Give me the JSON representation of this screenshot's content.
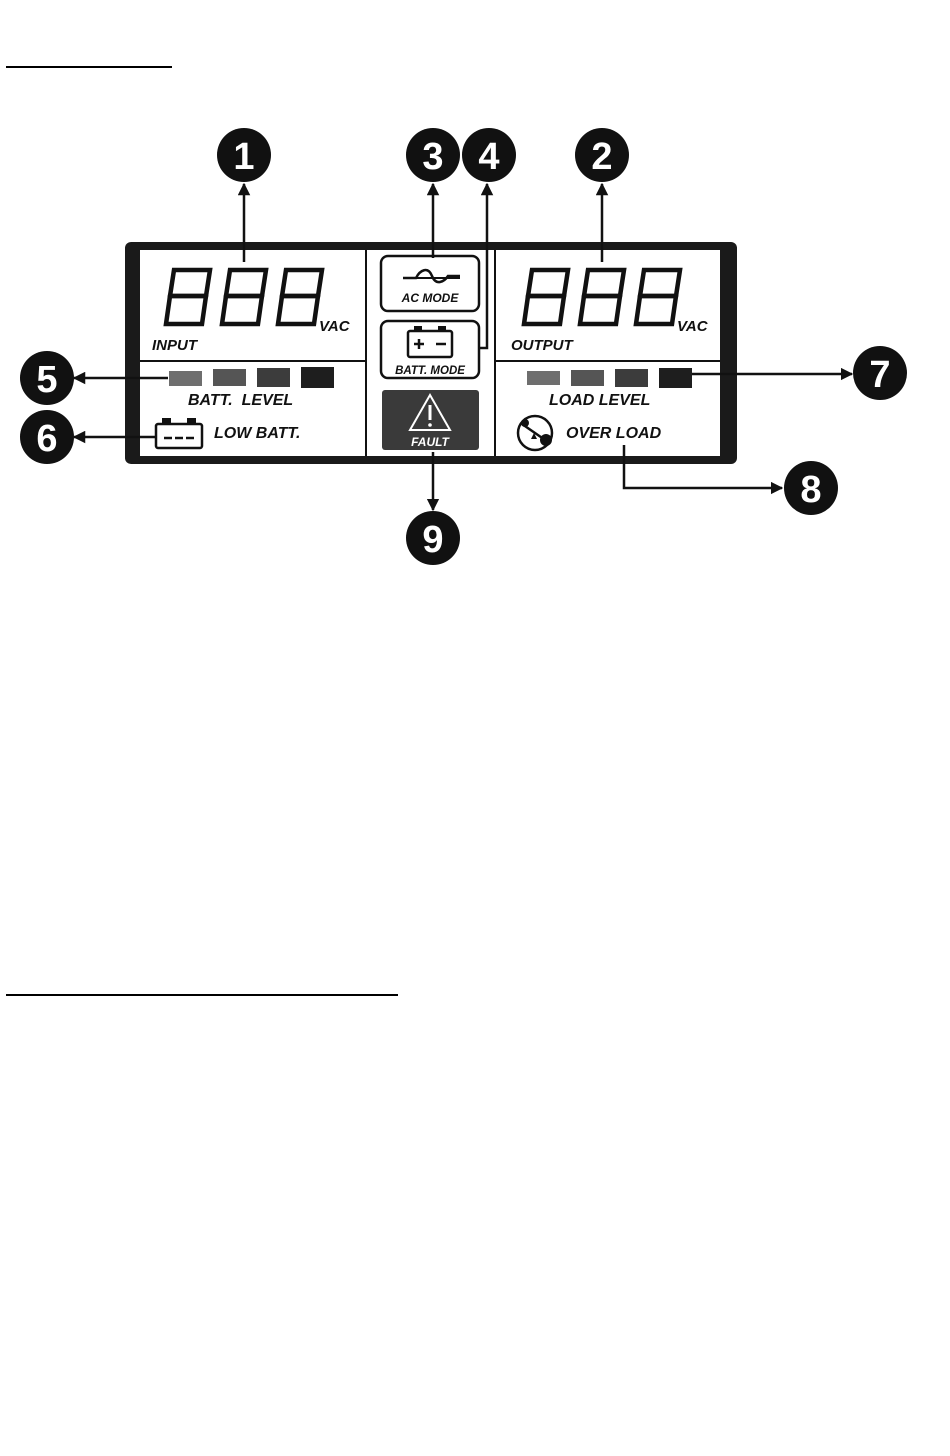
{
  "lcd": {
    "input": {
      "digits": "888",
      "unit": "VAC",
      "label": "INPUT"
    },
    "output": {
      "digits": "888",
      "unit": "VAC",
      "label": "OUTPUT"
    },
    "ac_mode_label": "AC MODE",
    "batt_mode_label": "BATT. MODE",
    "fault_label": "FAULT",
    "batt_level_label": "BATT.  LEVEL",
    "low_batt_label": "LOW BATT.",
    "load_level_label": "LOAD LEVEL",
    "over_load_label": "OVER LOAD"
  },
  "callouts": [
    "1",
    "2",
    "3",
    "4",
    "5",
    "6",
    "7",
    "8",
    "9"
  ],
  "level_bar_colors": [
    "#6e6e6e",
    "#555555",
    "#3c3c3c",
    "#1e1e1e"
  ],
  "colors": {
    "ink": "#111111",
    "fault_bg": "#3a3a3a",
    "bezel": "#1a1a1a"
  }
}
